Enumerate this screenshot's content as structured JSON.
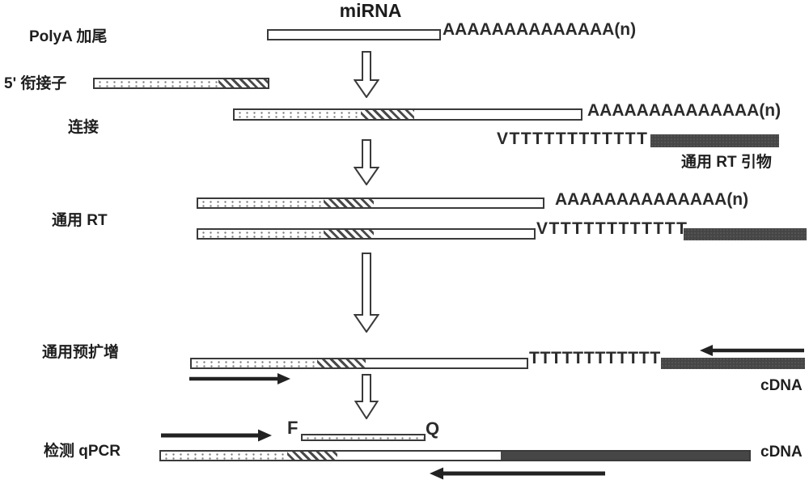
{
  "diagram": {
    "title": "miRNA",
    "steps": {
      "polya_tailing": "PolyA 加尾",
      "adapter": "5' 衔接子",
      "ligation": "连接",
      "universal_rt": "通用 RT",
      "preamplification": "通用预扩增",
      "detection_qpcr": "检测 qPCR"
    },
    "sequences": {
      "polya_tail": "AAAAAAAAAAAAAA(n)",
      "vt_anchor": "VTTTTTTTTTTTT",
      "t_stretch": "TTTTTTTTTTTT"
    },
    "annotations": {
      "rt_primer": "通用 RT 引物",
      "cdna": "cDNA",
      "probe_reporter": "F",
      "probe_quencher": "Q"
    },
    "colors": {
      "outline": "#3a3a3a",
      "dark_bar": "#464646",
      "primer_arrow": "#222222",
      "background": "#ffffff"
    }
  }
}
